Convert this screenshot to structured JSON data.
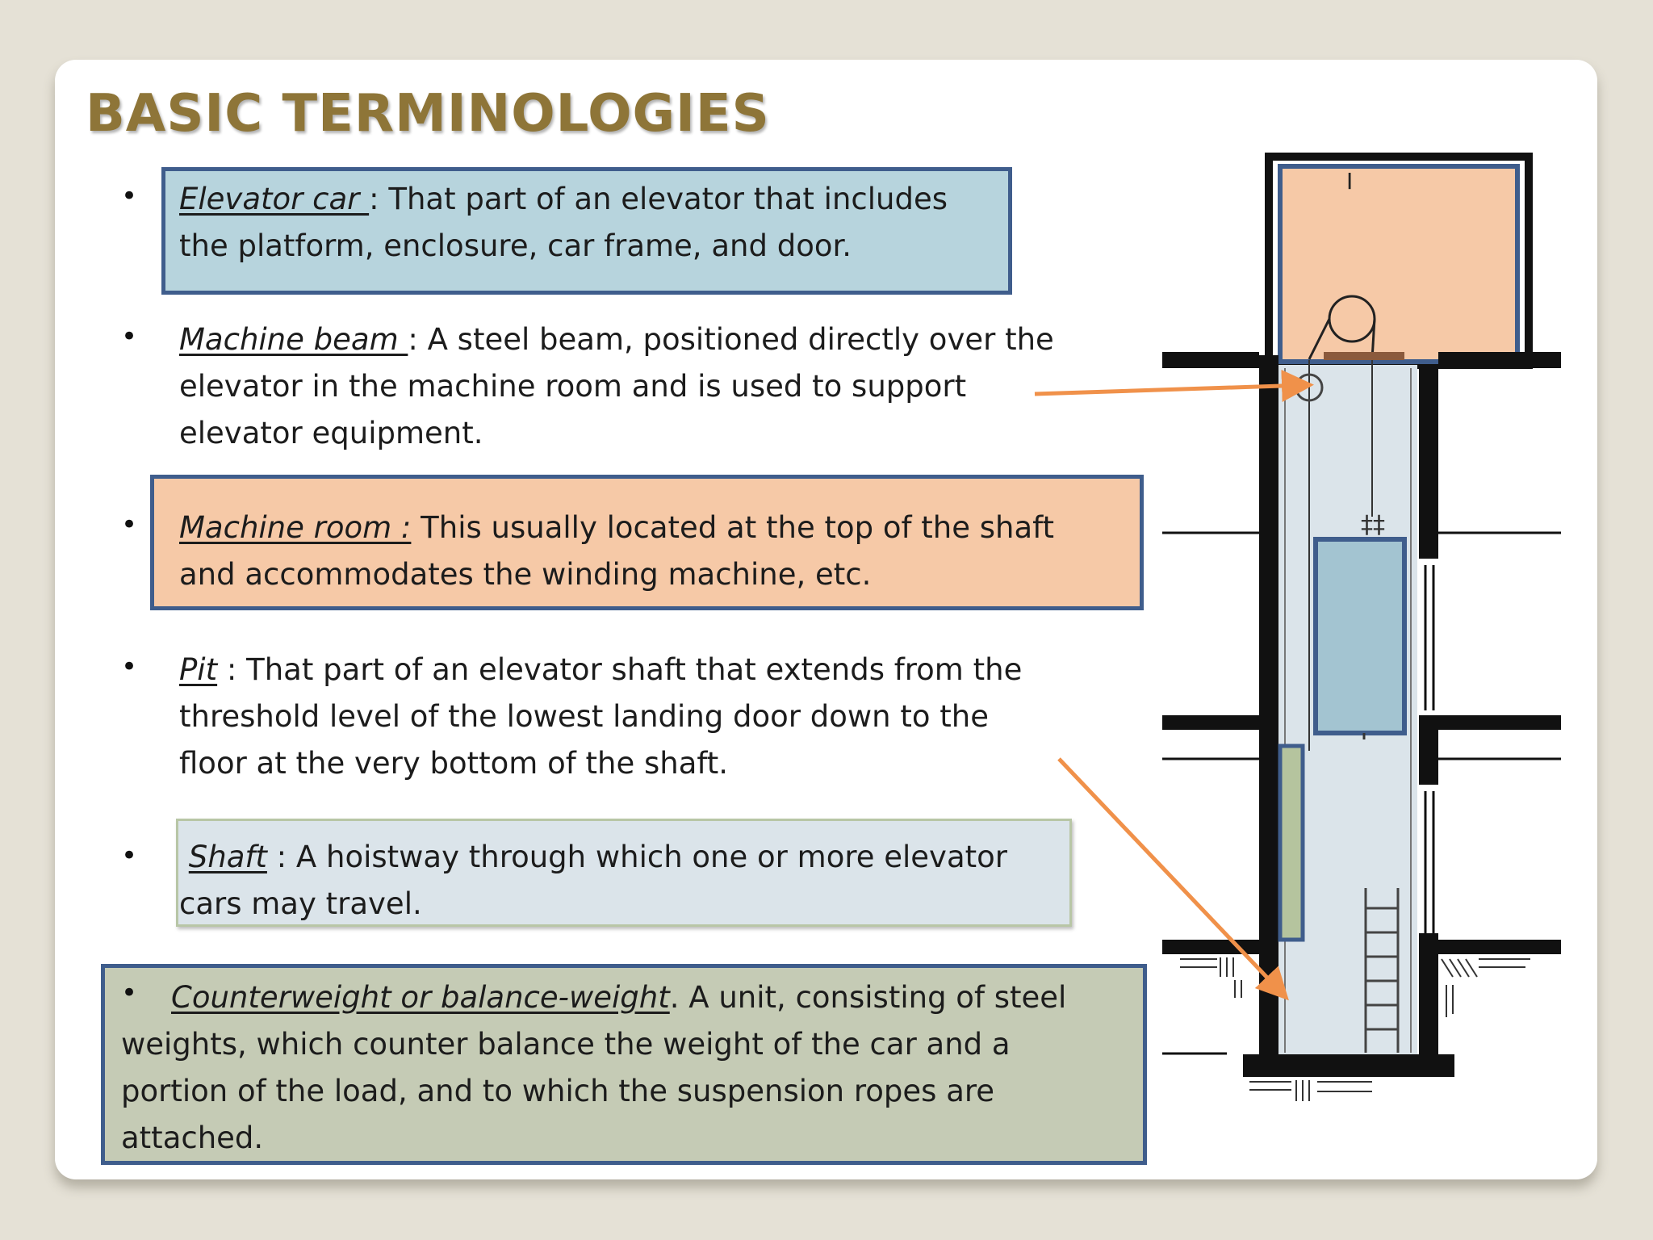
{
  "slide": {
    "title": "BASIC TERMINOLOGIES"
  },
  "bullet_symbol": "•",
  "terms": [
    {
      "name": "Elevator car ",
      "separator": ": ",
      "definition_line1": "That part of an elevator that includes",
      "definition_line2": "the platform, enclosure, car frame, and door."
    },
    {
      "name": "Machine beam ",
      "separator": ": ",
      "definition_line1": "A steel beam, positioned directly over the",
      "definition_line2": "elevator in the machine room and is used to support",
      "definition_line3": "elevator equipment."
    },
    {
      "name": "Machine room :",
      "separator": " ",
      "definition_line1": "This usually located at the top of the shaft",
      "definition_line2": "and accommodates the winding machine, etc."
    },
    {
      "name": "Pit",
      "separator": " : ",
      "definition_line1": "That part of an elevator shaft that extends from the",
      "definition_line2": "threshold level of the lowest landing door down to the",
      "definition_line3": "floor at the very bottom of the shaft."
    },
    {
      "name": "Shaft",
      "separator": " : ",
      "definition_line1": "A hoistway through which one or more elevator",
      "definition_line2": "cars may travel."
    },
    {
      "name": "Counterweight or balance-weight",
      "separator": ". ",
      "definition_line1": "A unit, consisting of steel",
      "definition_line2": "weights, which counter balance the weight of the car and a",
      "definition_line3": "portion of the load, and to which the suspension ropes are",
      "definition_line4": "attached."
    }
  ],
  "colors": {
    "title": "#8e7538",
    "box_border": "#3f5d8c",
    "elevator_car_fill": "#b7d4dd",
    "machine_room_fill": "#f6c9a7",
    "shaft_fill": "#dbe4ea",
    "counterweight_fill": "#c5cbb5",
    "arrow": "#f0914a"
  }
}
